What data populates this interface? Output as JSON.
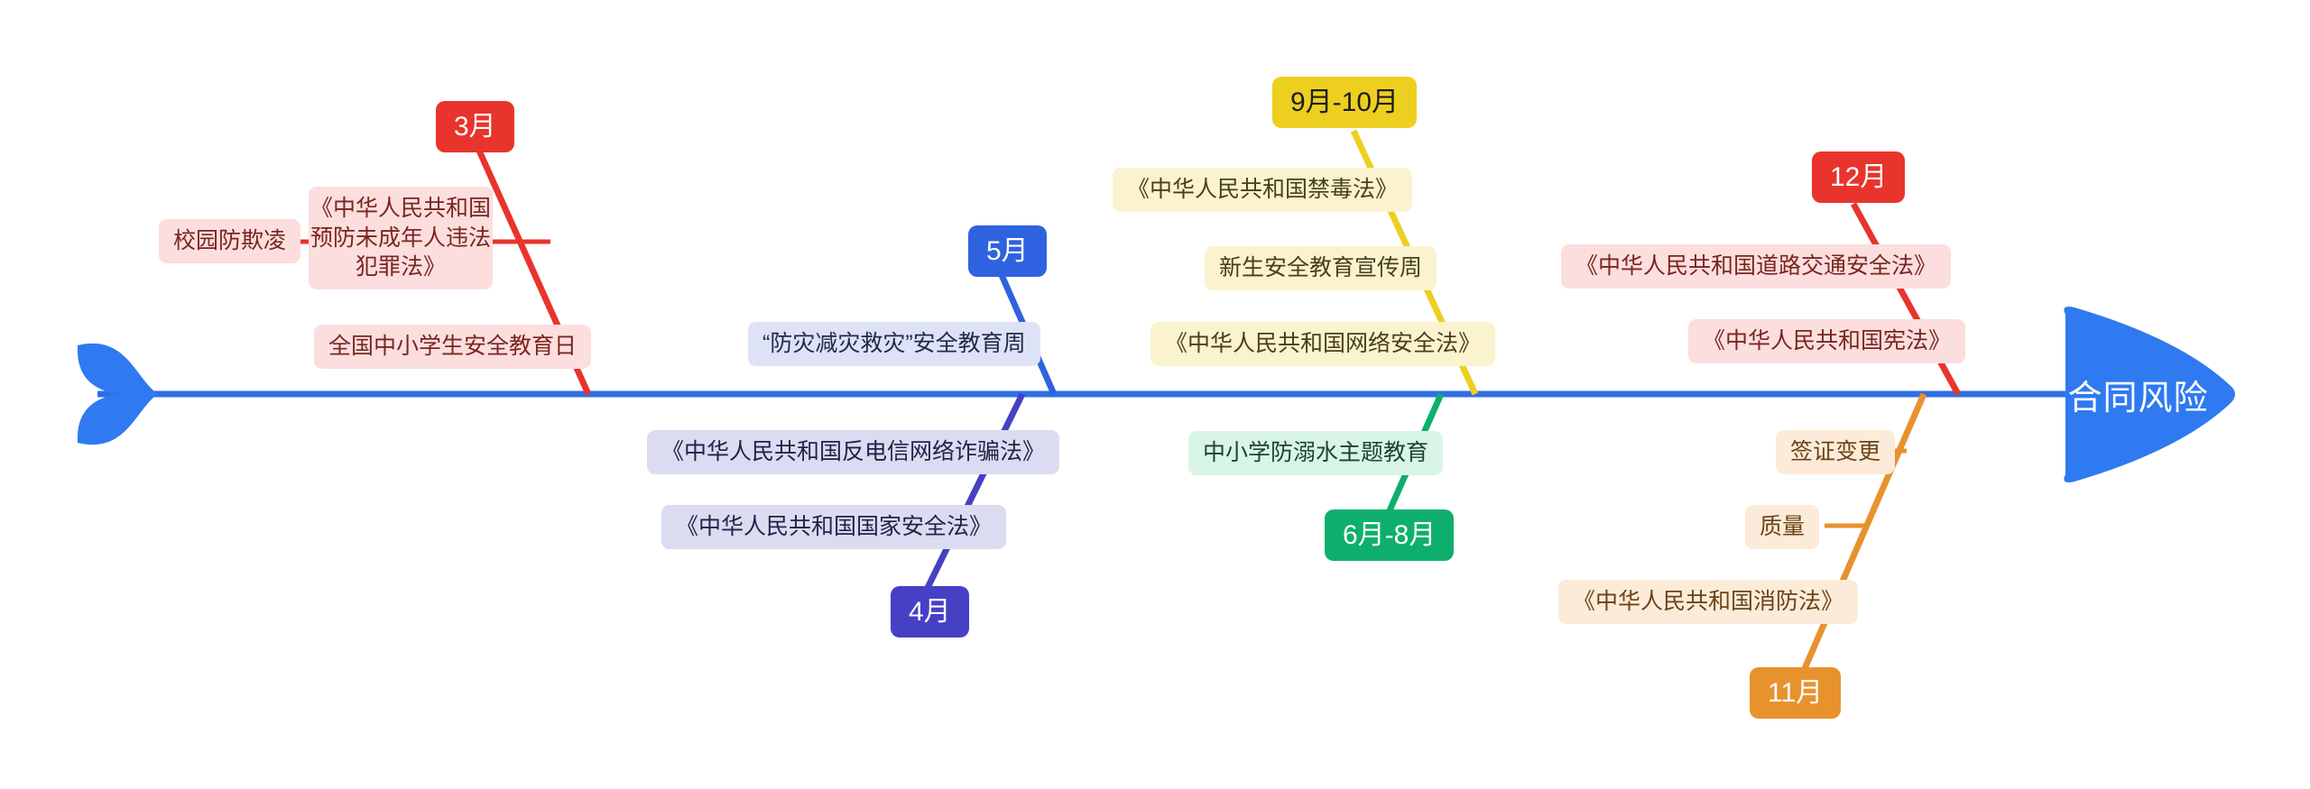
{
  "diagram": {
    "type": "fishbone",
    "title": "合同风险",
    "spine_color": "#2f6fe4",
    "head": {
      "label": "合同风险",
      "color": "#2f7af0",
      "text_color": "#ffffff"
    },
    "tail": {
      "name": "fish-tail",
      "color": "#2f7af0"
    }
  },
  "branches": [
    {
      "id": "mar",
      "label": "3月",
      "side": "top",
      "color": "#e8342c",
      "chip_bg": "#fbdedd",
      "chip_text": "#7a2520",
      "items": [
        {
          "label": "《中华人民共和国\n预防未成年人违法\n犯罪法》"
        },
        {
          "label": "全国中小学生安全教育日"
        },
        {
          "label": "校园防欺凌"
        }
      ]
    },
    {
      "id": "may",
      "label": "5月",
      "side": "top",
      "color": "#2f62e0",
      "chip_bg": "#dde2f7",
      "chip_text": "#222a44",
      "items": [
        {
          "label": "“防灾减灾救灾”安全教育周"
        }
      ]
    },
    {
      "id": "sep_oct",
      "label": "9月-10月",
      "side": "top",
      "color": "#edcf20",
      "chip_bg": "#fbf3cf",
      "chip_text": "#46401a",
      "label_text_color": "#1d1d1d",
      "items": [
        {
          "label": "《中华人民共和国禁毒法》"
        },
        {
          "label": "新生安全教育宣传周"
        },
        {
          "label": "《中华人民共和国网络安全法》"
        }
      ]
    },
    {
      "id": "dec",
      "label": "12月",
      "side": "top",
      "color": "#e8342c",
      "chip_bg": "#fbdedd",
      "chip_text": "#7a2520",
      "items": [
        {
          "label": "《中华人民共和国道路交通安全法》"
        },
        {
          "label": "《中华人民共和国宪法》"
        }
      ]
    },
    {
      "id": "apr",
      "label": "4月",
      "side": "bottom",
      "color": "#4640c4",
      "chip_bg": "#dcdcf0",
      "chip_text": "#23214a",
      "items": [
        {
          "label": "《中华人民共和国反电信网络诈骗法》"
        },
        {
          "label": "《中华人民共和国国家安全法》"
        }
      ]
    },
    {
      "id": "jun_aug",
      "label": "6月-8月",
      "side": "bottom",
      "color": "#0eaf6d",
      "chip_bg": "#d9f5e6",
      "chip_text": "#1b4433",
      "items": [
        {
          "label": "中小学防溺水主题教育"
        }
      ]
    },
    {
      "id": "nov",
      "label": "11月",
      "side": "bottom",
      "color": "#e8922e",
      "chip_bg": "#fcebd8",
      "chip_text": "#6b4318",
      "items": [
        {
          "label": "签证变更"
        },
        {
          "label": "质量"
        },
        {
          "label": "《中华人民共和国消防法》"
        }
      ]
    }
  ]
}
